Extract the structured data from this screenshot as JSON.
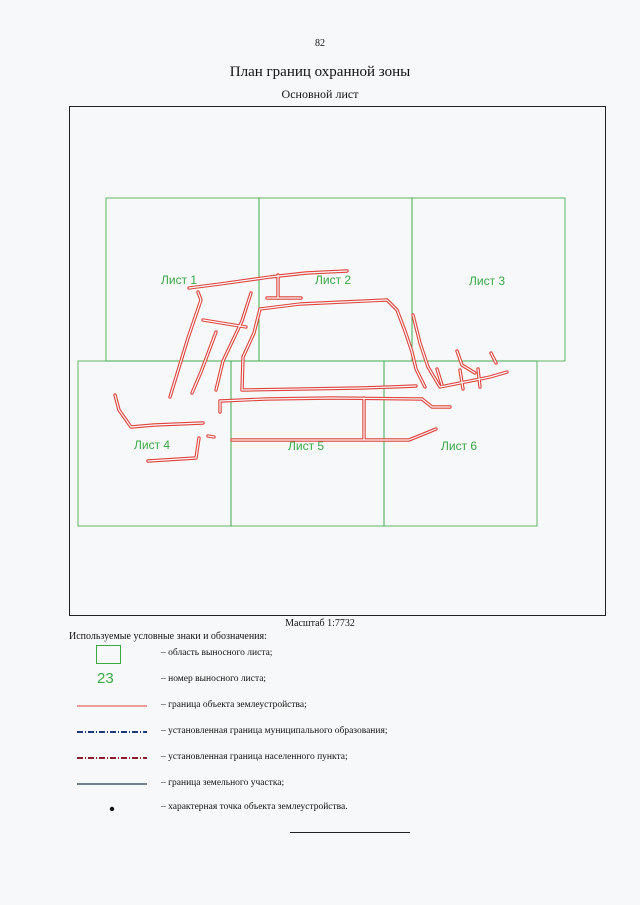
{
  "page": {
    "number": "82"
  },
  "header": {
    "title": "План границ охранной зоны",
    "subtitle": "Основной лист"
  },
  "map": {
    "sheet_labels": [
      "Лист 1",
      "Лист 2",
      "Лист 3",
      "Лист 4",
      "Лист 5",
      "Лист 6"
    ],
    "colors": {
      "sheet_border": "#3aa845",
      "object_boundary": "#e0443c",
      "frame": "#222222"
    }
  },
  "scale_text": "Масштаб 1:7732",
  "legend": {
    "title": "Используемые условные знаки и обозначения:",
    "sample_number": "23",
    "items": [
      "– область выносного листа;",
      "– номер выносного листа;",
      "– граница объекта землеустройства;",
      "– установленная граница муниципального образования;",
      "– установленная граница населенного пункта;",
      "– граница земельного участка;",
      "– характерная точка объекта землеустройства."
    ]
  }
}
